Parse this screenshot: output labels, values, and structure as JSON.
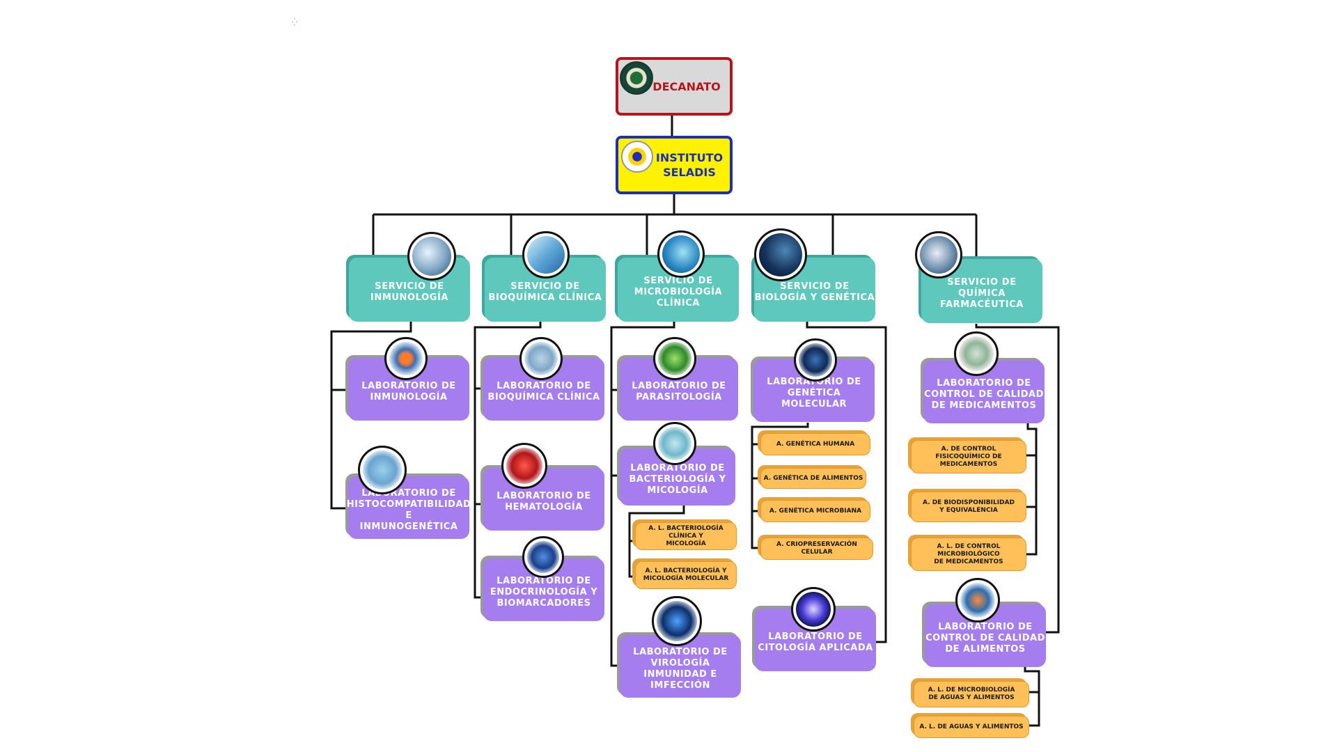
{
  "chart": {
    "decanato": "DECANATO",
    "instituto": "INSTITUTO\nSELADIS",
    "services": [
      {
        "id": "inmunologia",
        "label": "SERVICIO DE\nINMUNOLOGÍA"
      },
      {
        "id": "bioquimica",
        "label": "SERVICIO DE\nBIOQUÍMICA CLÍNICA"
      },
      {
        "id": "microbiologia",
        "label": "SERVICIO DE\nMICROBIOLOGÍA\nCLÍNICA"
      },
      {
        "id": "biologia",
        "label": "SERVICIO DE\nBIOLOGÍA Y GENÉTICA"
      },
      {
        "id": "quimica",
        "label": "SERVICIO DE\nQUÍMICA\nFARMACÉUTICA"
      }
    ],
    "labs": [
      {
        "id": "lab-inmunologia",
        "label": "LABORATORIO DE\nINMUNOLOGÍA"
      },
      {
        "id": "lab-histocompatibilidad",
        "label": "LABORATORIO DE\nHISTOCOMPATIBILIDAD E\nINMUNOGENÉTICA"
      },
      {
        "id": "lab-bioquimica",
        "label": "LABORATORIO DE\nBIOQUÍMICA CLÍNICA"
      },
      {
        "id": "lab-hematologia",
        "label": "LABORATORIO DE\nHEMATOLOGÍA"
      },
      {
        "id": "lab-endocrinologia",
        "label": "LABORATORIO DE\nENDOCRINOLOGÍA Y\nBIOMARCADORES"
      },
      {
        "id": "lab-parasitologia",
        "label": "LABORATORIO DE\nPARASITOLOGÍA"
      },
      {
        "id": "lab-bacteriologia",
        "label": "LABORATORIO DE\nBACTERIOLOGÍA Y\nMICOLOGÍA"
      },
      {
        "id": "lab-virologia",
        "label": "LABORATORIO DE\nVIROLOGÍA\nINMUNIDAD E\nIMFECCIÓN"
      },
      {
        "id": "lab-genetica",
        "label": "LABORATORIO DE\nGENÉTICA MOLECULAR"
      },
      {
        "id": "lab-citologia",
        "label": "LABORATORIO DE\nCITOLOGÍA APLICADA"
      },
      {
        "id": "lab-control-medicamentos",
        "label": "LABORATORIO DE\nCONTROL DE CALIDAD\nDE MEDICAMENTOS"
      },
      {
        "id": "lab-control-alimentos",
        "label": "LABORATORIO DE\nCONTROL DE CALIDAD\nDE ALIMENTOS"
      }
    ],
    "areas": [
      {
        "id": "a-bact-clinica",
        "label": "A. L. BACTERIOLOGÍA CLÍNICA Y\nMICOLOGÍA"
      },
      {
        "id": "a-bact-molecular",
        "label": "A. L. BACTERIOLOGÍA Y\nMICOLOGÍA MOLECULAR"
      },
      {
        "id": "a-genetica-humana",
        "label": "A. GENÉTICA HUMANA"
      },
      {
        "id": "a-genetica-alimentos",
        "label": "A. GENÉTICA DE ALIMENTOS"
      },
      {
        "id": "a-genetica-microbiana",
        "label": "A. GENÉTICA MICROBIANA"
      },
      {
        "id": "a-criopreservacion",
        "label": "A. CRIOPRESERVACIÓN CELULAR"
      },
      {
        "id": "a-fisicoquimico",
        "label": "A. DE CONTROL\nFISICOQUÍMICO DE\nMEDICAMENTOS"
      },
      {
        "id": "a-biodisponibilidad",
        "label": "A. DE BIODISPONIBILIDAD\nY EQUIVALENCIA"
      },
      {
        "id": "a-microbiologico",
        "label": "A. L. DE CONTROL\nMICROBIOLÓGICO\nDE MEDICAMENTOS"
      },
      {
        "id": "a-microbiologia-aguas",
        "label": "A. L. DE MICROBIOLOGÍA\nDE AGUAS Y ALIMENTOS"
      },
      {
        "id": "a-aguas-alimentos",
        "label": "A. L. DE AGUAS Y ALIMENTOS"
      }
    ]
  },
  "colors": {
    "decanato_border": "#b3161c",
    "seladis_border": "#1b2fb8",
    "seladis_fill": "#fff200",
    "service_fill": "#5ec8bc",
    "lab_fill": "#a57dee",
    "area_fill": "#ffc05a",
    "connector": "#111111"
  },
  "icons": {
    "loading": "loading-spinner-icon",
    "decanato_logo": "university-seal-icon",
    "seladis_logo": "seladis-logo-icon",
    "service_photos": [
      "immunology-photo-icon",
      "biochemistry-photo-icon",
      "microbiology-photo-icon",
      "dna-photo-icon",
      "pharma-photo-icon"
    ]
  }
}
